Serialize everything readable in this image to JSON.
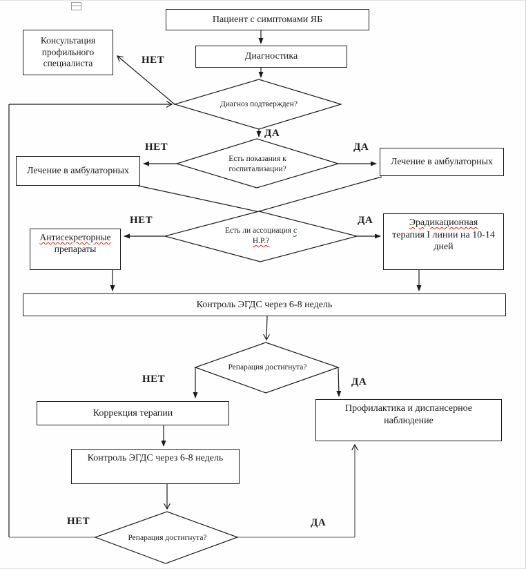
{
  "labels": {
    "yes": "ДА",
    "no": "НЕТ"
  },
  "boxes": {
    "patient": "Пациент с симптомами ЯБ",
    "diagnostics": "Диагностика",
    "consultation": "Консультация профильного специалиста",
    "outpatient_left": "Лечение в амбулаторных",
    "outpatient_right": "Лечение в амбулаторных",
    "antisecretory_word": "Антисекреторные",
    "antisecretory_rest": "препараты",
    "eradication_word": "Эрадикационная",
    "eradication_rest": "терапия I линии на 10-14 дней",
    "egds_control_1": "Контроль ЭГДС через 6-8 недель",
    "therapy_correction": "Коррекция терапии",
    "prevention": "Профилактика и диспансерное наблюдение",
    "egds_control_2": "Контроль ЭГДС через 6-8 недель"
  },
  "decisions": {
    "diagnosis_confirmed": "Диагноз подтвержден?",
    "hospitalization": "Есть показания к госпитализации?",
    "hp_association_part1": "Есть ли ассоциация ",
    "hp_association_s": "с",
    "hp_association_part2": "H.P.?",
    "reparation_1": "Репарация достигнута?",
    "reparation_2": "Репарация достигнута?"
  },
  "colors": {
    "line": "#1a1a1a",
    "loop_line": "#808080",
    "spellcheck_red": "#e11b0e",
    "spellcheck_blue": "#3a5bd9",
    "anchor_gray": "#979797"
  }
}
